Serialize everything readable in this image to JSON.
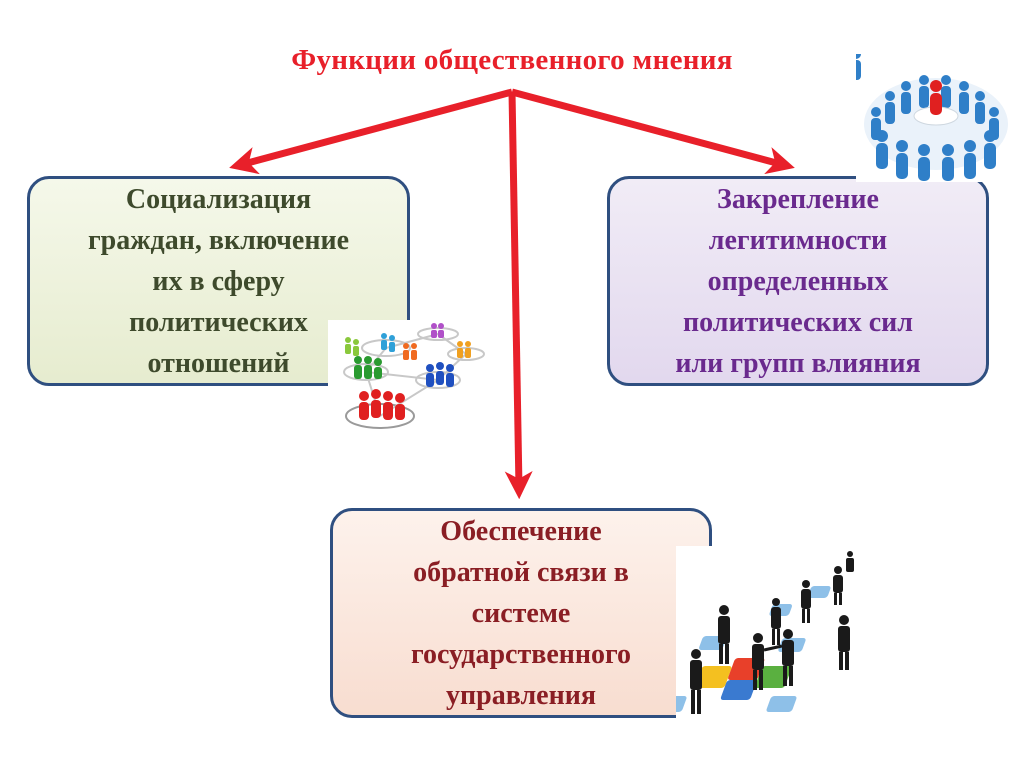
{
  "title": "Функции общественного мнения",
  "boxes": {
    "left": "Социализация\nграждан, включение\nих в сферу\nполитических\nотношений",
    "right": "Закрепление\nлегитимности\nопределенных\nполитических сил\nили групп влияния",
    "bottom": "Обеспечение\nобратной связи в\nсистеме\nгосударственного\nуправления"
  },
  "colors": {
    "arrow": "#e8202a",
    "title": "#e8202a",
    "border": "#2f4f80",
    "left_text": "#3e4a2c",
    "right_text": "#6a2a8e",
    "bottom_text": "#8a1e24"
  },
  "icons": {
    "top_right": "crowd-with-leader-icon",
    "left": "social-network-people-icon",
    "bottom": "business-puzzle-people-icon"
  }
}
